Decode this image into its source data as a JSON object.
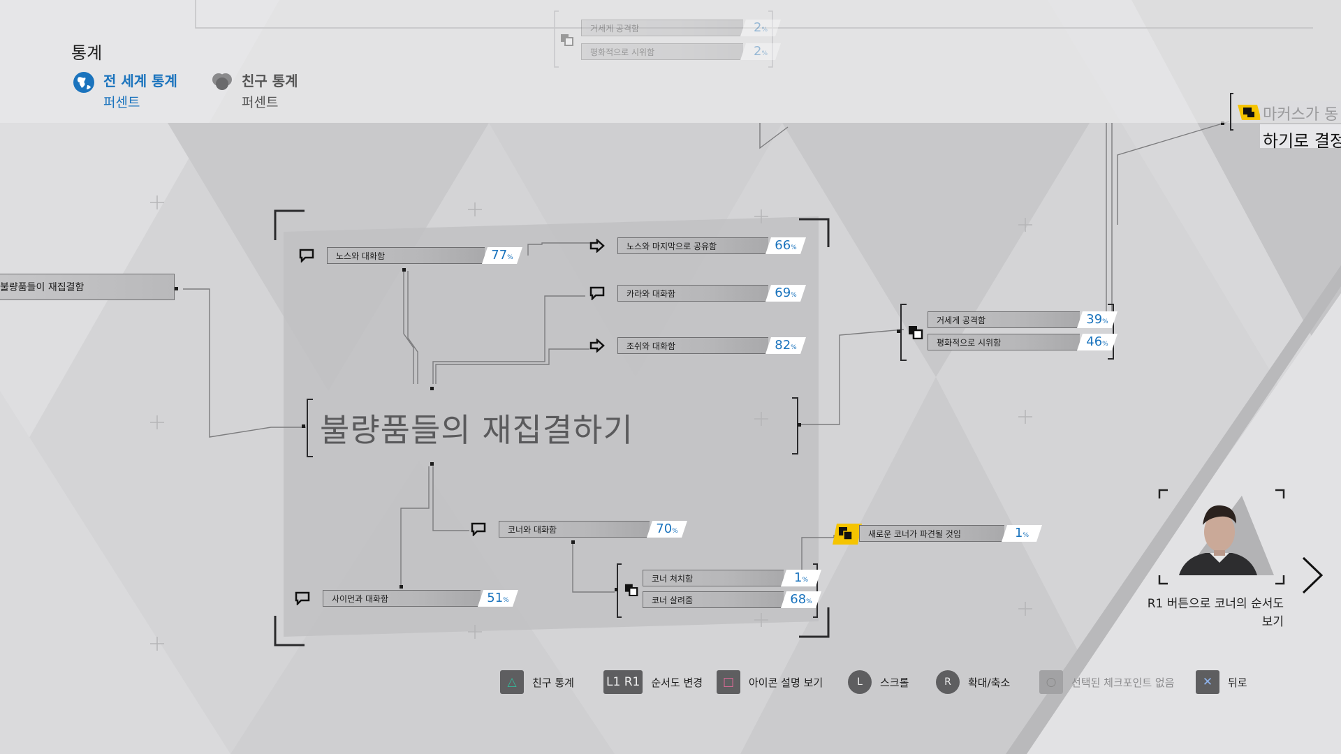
{
  "header": {
    "title": "통계",
    "tabs": [
      {
        "label": "전 세계 통계",
        "sub": "퍼센트",
        "active": true,
        "icon": "globe-icon"
      },
      {
        "label": "친구 통계",
        "sub": "퍼센트",
        "active": false,
        "icon": "friends-icon"
      }
    ]
  },
  "colors": {
    "accent": "#1a73bd",
    "highlight": "#f5c400"
  },
  "top_faded_nodes": [
    {
      "label": "거세게 공격함",
      "percent": "2"
    },
    {
      "label": "평화적으로 시위함",
      "percent": "2"
    }
  ],
  "prev_node": {
    "label": "불량품들이 재집결함"
  },
  "chapter_title": "불량품들의 재집결하기",
  "nodes": {
    "talk_north": {
      "label": "노스와 대화함",
      "percent": "77",
      "icon": "speech-bubble-icon"
    },
    "share_last_north": {
      "label": "노스와 마지막으로 공유함",
      "percent": "66",
      "icon": "arrow-right-icon"
    },
    "talk_kara": {
      "label": "카라와 대화함",
      "percent": "69",
      "icon": "speech-bubble-icon"
    },
    "talk_josh": {
      "label": "조쉬와 대화함",
      "percent": "82",
      "icon": "arrow-right-icon"
    },
    "attack_violent": {
      "label": "거세게 공격함",
      "percent": "39",
      "icon": "decision-icon"
    },
    "protest_peaceful": {
      "label": "평화적으로 시위함",
      "percent": "46",
      "icon": "decision-icon"
    },
    "talk_connor": {
      "label": "코너와 대화함",
      "percent": "70",
      "icon": "speech-bubble-icon"
    },
    "talk_simon": {
      "label": "사이먼과 대화함",
      "percent": "51",
      "icon": "speech-bubble-icon"
    },
    "connor_killed": {
      "label": "코너 처치함",
      "percent": "1",
      "icon": "decision-icon"
    },
    "connor_spared": {
      "label": "코너 살려줌",
      "percent": "68",
      "icon": "decision-icon"
    },
    "new_connor": {
      "label": "새로운 코너가 파견될 것임",
      "percent": "1",
      "icon": "locked-decision-icon"
    }
  },
  "percent_symbol": "%",
  "top_right_card": {
    "faded": "마커스가 동",
    "main": "하기로 결정"
  },
  "portrait": {
    "caption_line1": "R1 버튼으로 코너의 순서도",
    "caption_line2": "보기"
  },
  "footer": [
    {
      "key": "△",
      "label": "친구 통계",
      "icon": "triangle-button-icon",
      "disabled": false
    },
    {
      "key": "L1 R1",
      "label": "순서도 변경",
      "icon": "shoulder-buttons-icon",
      "disabled": false
    },
    {
      "key": "□",
      "label": "아이콘 설명 보기",
      "icon": "square-button-icon",
      "disabled": false
    },
    {
      "key": "L",
      "label": "스크롤",
      "icon": "left-stick-icon",
      "disabled": false
    },
    {
      "key": "R",
      "label": "확대/축소",
      "icon": "right-stick-icon",
      "disabled": false
    },
    {
      "key": "○",
      "label": "선택된 체크포인트 없음",
      "icon": "circle-button-icon",
      "disabled": true
    },
    {
      "key": "✕",
      "label": "뒤로",
      "icon": "cross-button-icon",
      "disabled": false
    }
  ]
}
